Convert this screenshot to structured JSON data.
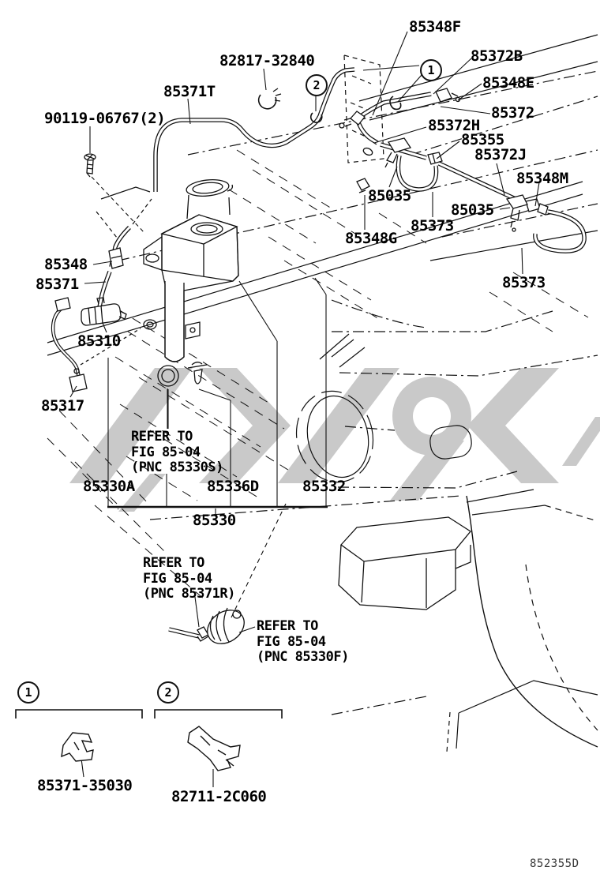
{
  "figure": {
    "footer_code": "852355D",
    "background": "#ffffff",
    "line_color": "#111111",
    "watermark_color": "#c9c9c9",
    "description": "Windshield washer parts diagram, front of vehicle"
  },
  "callouts": {
    "c1": "1",
    "c2": "2"
  },
  "parts": {
    "p85348F": "85348F",
    "p82817_32840": "82817-32840",
    "p85372B": "85372B",
    "p85348E": "85348E",
    "p85371T": "85371T",
    "p90119_06767_2": "90119-06767(2)",
    "p85372": "85372",
    "p85372H": "85372H",
    "p85355": "85355",
    "p85372J": "85372J",
    "p85348M": "85348M",
    "p85035_a": "85035",
    "p85035_b": "85035",
    "p85373_a": "85373",
    "p85348G": "85348G",
    "p85373_b": "85373",
    "p85348": "85348",
    "p85371": "85371",
    "p85310": "85310",
    "p85317": "85317",
    "p85330A": "85330A",
    "p85336D": "85336D",
    "p85332": "85332",
    "p85330": "85330",
    "p85371_35030": "85371-35030",
    "p82711_2C060": "82711-2C060"
  },
  "references": {
    "r85330S": {
      "line1": "REFER TO",
      "line2": "FIG 85-04",
      "line3": "(PNC 85330S)"
    },
    "r85371R": {
      "line1": "REFER TO",
      "line2": "FIG 85-04",
      "line3": "(PNC 85371R)"
    },
    "r85330F": {
      "line1": "REFER TO",
      "line2": "FIG 85-04",
      "line3": "(PNC 85330F)"
    }
  }
}
